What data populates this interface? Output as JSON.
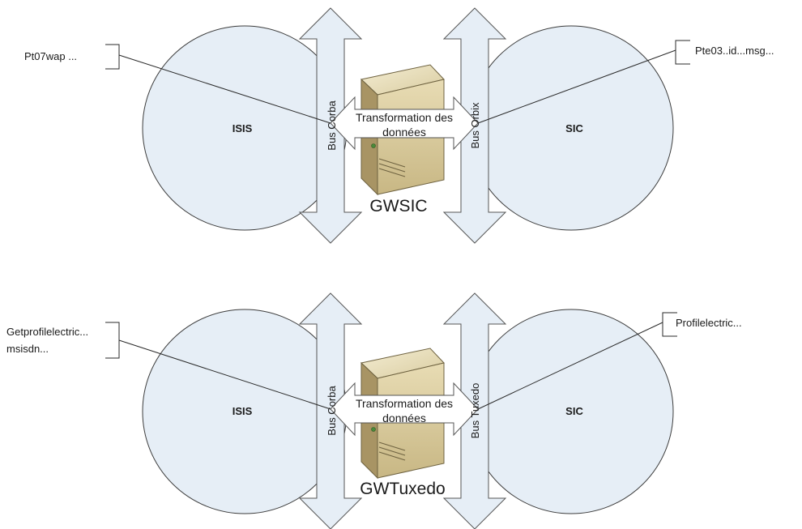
{
  "top": {
    "left_system": "ISIS",
    "right_system": "SIC",
    "left_bus": "Bus Corba",
    "right_bus": "Bus Orbix",
    "transform_line1": "Transformation des",
    "transform_line2": "données",
    "gateway": "GWSIC",
    "left_callout": [
      "Pt07wap ..."
    ],
    "right_callout": [
      "Pte03..id...msg..."
    ]
  },
  "bottom": {
    "left_system": "ISIS",
    "right_system": "SIC",
    "left_bus": "Bus Corba",
    "right_bus": "Bus Tuxedo",
    "transform_line1": "Transformation des",
    "transform_line2": "données",
    "gateway": "GWTuxedo",
    "left_callout": [
      "Getprofilelectric...",
      "msisdn..."
    ],
    "right_callout": [
      "Profilelectric..."
    ]
  },
  "colors": {
    "circle_fill": "#e6eef6",
    "server_beige": "#d9cca0",
    "server_dark": "#a89464"
  },
  "icons": [
    "server-icon"
  ]
}
